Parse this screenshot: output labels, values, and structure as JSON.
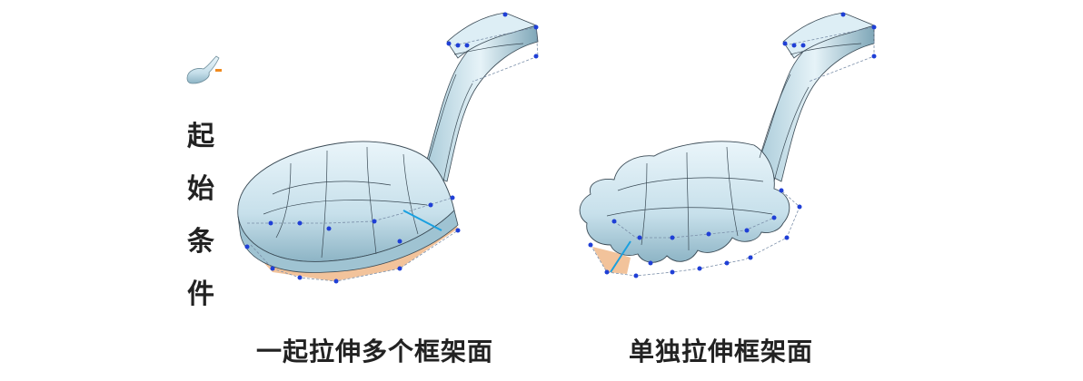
{
  "side_label": {
    "chars": [
      "起",
      "始",
      "条",
      "件"
    ],
    "icon": "spoon-thumbnail-icon"
  },
  "panels": [
    {
      "caption": "一起拉伸多个框架面",
      "model": "spoon-model-all-frames-extruded"
    },
    {
      "caption": "单独拉伸框架面",
      "model": "spoon-model-single-frames-extruded"
    }
  ],
  "colors": {
    "surface": "#cfe6f0",
    "surface_shade": "#9fc3d2",
    "mesh_line": "#3a4a55",
    "control_point": "#1f3fd6",
    "highlight_face": "#f0b98a",
    "handle_cyan": "#1aa0e0",
    "accent_orange": "#f08a1e"
  }
}
